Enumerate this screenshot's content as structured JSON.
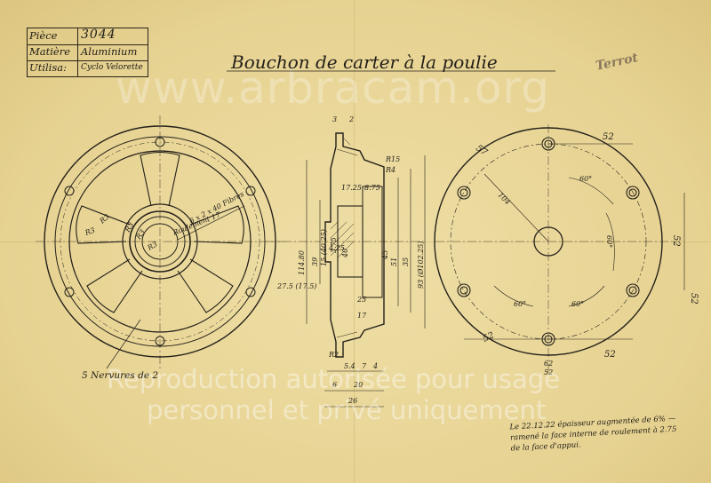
{
  "title_block": {
    "rows": [
      {
        "label": "Pièce",
        "value": "3044"
      },
      {
        "label": "Matière",
        "value": "Aluminium"
      },
      {
        "label": "Utilisa:",
        "value": "Cyclo Velorette"
      }
    ]
  },
  "title": "Bouchon de carter à la poulie",
  "stamp": "Terrot",
  "watermark": {
    "top": "www.arbracam.org",
    "line1": "Reproduction autorisée pour usage",
    "line2": "personnel et privé uniquement"
  },
  "notes": {
    "left": "5 Nervures de 2",
    "bottom_right": [
      "Le 22.12.22 épaisseur augmentée de 6% —",
      "ramené la face interne de roulement à 2.75",
      "de la face d'appui."
    ]
  },
  "front_view": {
    "labels": [
      "R3",
      "R3",
      "R3",
      "R3",
      "R3",
      "Roulement 17",
      "6 x 2 x 40 Fibres"
    ]
  },
  "section_view": {
    "top": [
      "3",
      "2"
    ],
    "right_top": [
      "R15",
      "R4"
    ],
    "mid_top": [
      "17.25",
      "8.75"
    ],
    "verticals": [
      "114.80",
      "39",
      "15 (40.25)",
      "3.75",
      "4.25",
      "40",
      "45",
      "51",
      "35",
      "93 (Ø102.25)",
      "17",
      "25",
      "27.5 (17.5)"
    ],
    "bottom": [
      "R2",
      "5.4",
      "7",
      "4",
      "6",
      "20",
      "26"
    ]
  },
  "side_view": {
    "dims": [
      "57",
      "52",
      "60°",
      "104",
      "60°",
      "52",
      "60°",
      "60°",
      "52",
      "52",
      "52"
    ],
    "bottom_pair": [
      "62",
      "52"
    ]
  },
  "colors": {
    "paper": "#e9d79a",
    "ink": "#24201a",
    "centerline": "#5a5040"
  }
}
